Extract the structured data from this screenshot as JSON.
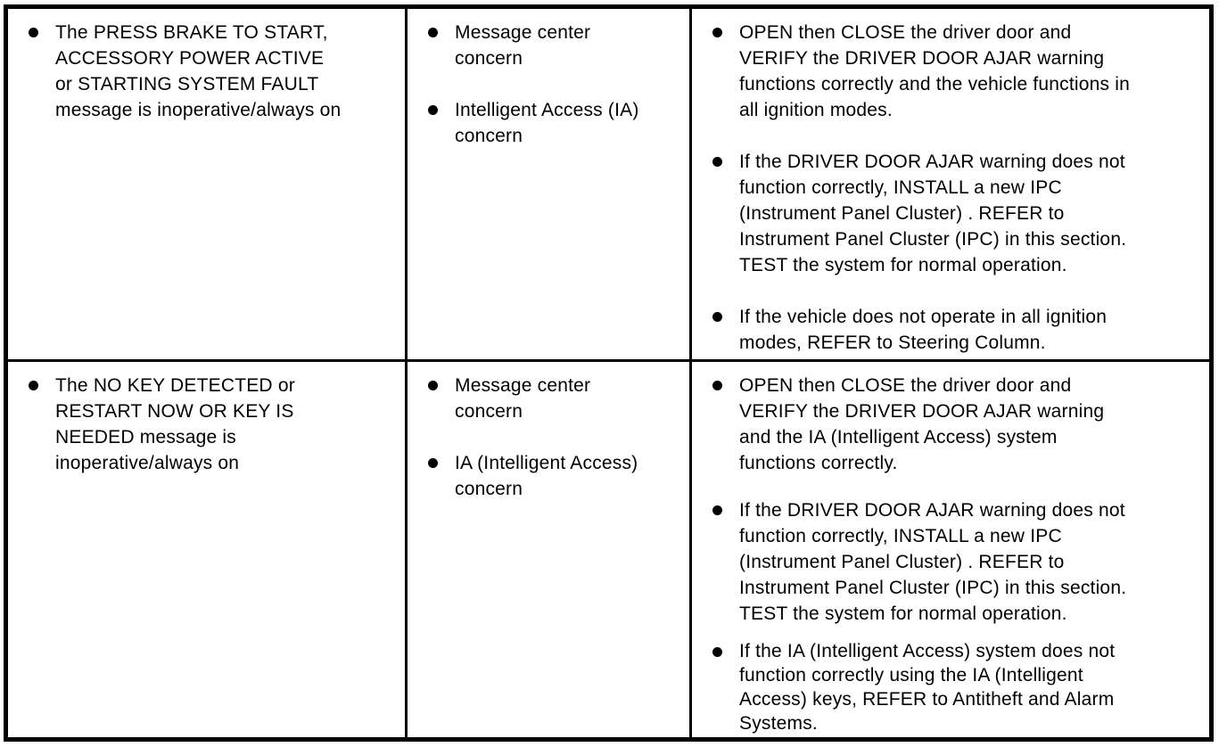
{
  "icons": {
    "bullet-icon": "filled-circle"
  },
  "colors": {
    "ink": "#000000",
    "paper": "#ffffff"
  },
  "table": {
    "rows": [
      {
        "symptom": "The PRESS BRAKE TO START,\nACCESSORY POWER ACTIVE\nor STARTING SYSTEM FAULT\nmessage is inoperative/always on",
        "sources": [
          "Message center\nconcern",
          "Intelligent Access (IA)\nconcern"
        ],
        "actions": [
          "OPEN then CLOSE the driver door and\nVERIFY the DRIVER DOOR AJAR warning\nfunctions correctly and the vehicle functions in\nall ignition modes.",
          "If the DRIVER DOOR AJAR warning does not\nfunction correctly, INSTALL a new IPC\n(Instrument Panel Cluster) . REFER to\nInstrument Panel Cluster (IPC) in this section.\nTEST the system for normal operation.",
          "If the vehicle does not operate in all ignition\nmodes, REFER to Steering Column."
        ]
      },
      {
        "symptom": "The NO KEY DETECTED or\nRESTART NOW OR KEY IS\nNEEDED message is\ninoperative/always on",
        "sources": [
          "Message center\nconcern",
          "IA (Intelligent Access)\nconcern"
        ],
        "actions": [
          "OPEN then CLOSE the driver door and\nVERIFY the DRIVER DOOR AJAR warning\nand the IA (Intelligent Access) system\nfunctions correctly.",
          "If the DRIVER DOOR AJAR warning does not\nfunction correctly, INSTALL a new IPC\n(Instrument Panel Cluster) . REFER to\nInstrument Panel Cluster (IPC) in this section.\nTEST the system for normal operation.",
          "If the IA (Intelligent Access) system does not\nfunction correctly using the IA (Intelligent\nAccess) keys, REFER to Antitheft and Alarm\nSystems."
        ]
      }
    ]
  }
}
